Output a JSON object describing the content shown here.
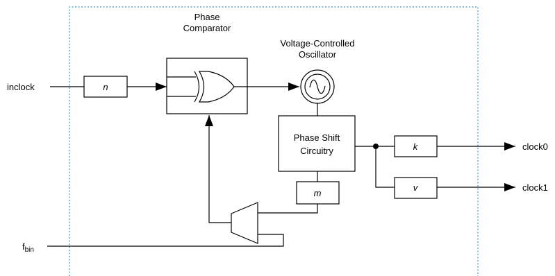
{
  "diagram": {
    "inputs": {
      "inclock": "inclock",
      "fbin_main": "f",
      "fbin_sub": "bin"
    },
    "outputs": {
      "clock0": "clock0",
      "clock1": "clock1"
    },
    "blocks": {
      "phase_comparator": {
        "line1": "Phase",
        "line2": "Comparator"
      },
      "vco": {
        "line1": "Voltage-Controlled",
        "line2": "Oscillator"
      },
      "phase_shift": {
        "line1": "Phase Shift",
        "line2": "Circuitry"
      },
      "n_counter": "n",
      "m_counter": "m",
      "k_counter": "k",
      "v_counter": "v"
    },
    "colors": {
      "boundary": "#3b8fc9",
      "line": "#000000"
    }
  }
}
